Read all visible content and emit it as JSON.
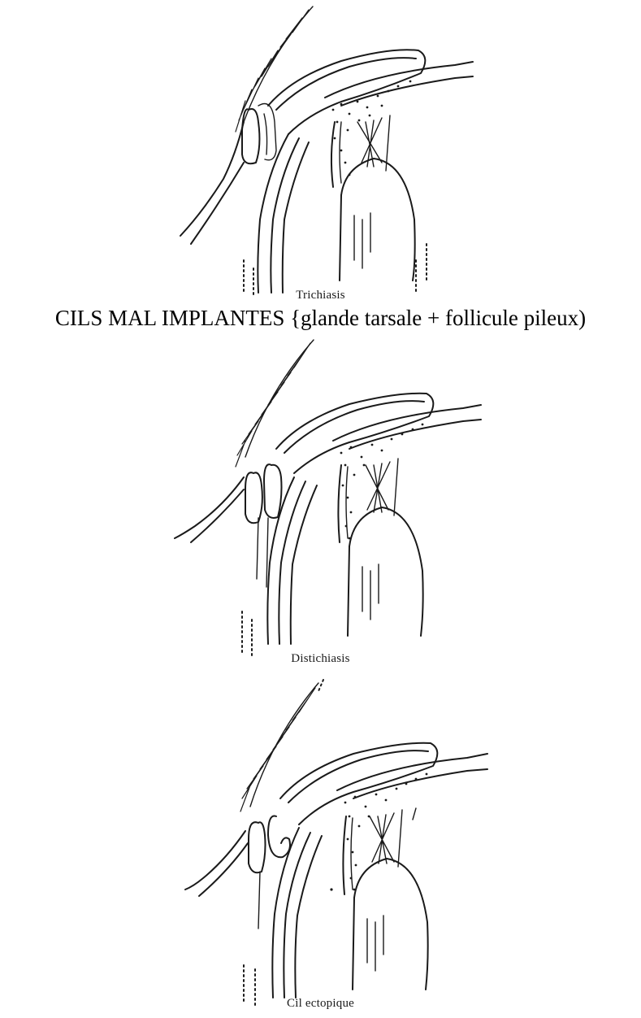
{
  "heading": "CILS MAL IMPLANTES {glande tarsale + follicule pileux)",
  "figures": [
    {
      "caption": "Trichiasis"
    },
    {
      "caption": "Distichiasis"
    },
    {
      "caption": "Cil ectopique"
    }
  ]
}
